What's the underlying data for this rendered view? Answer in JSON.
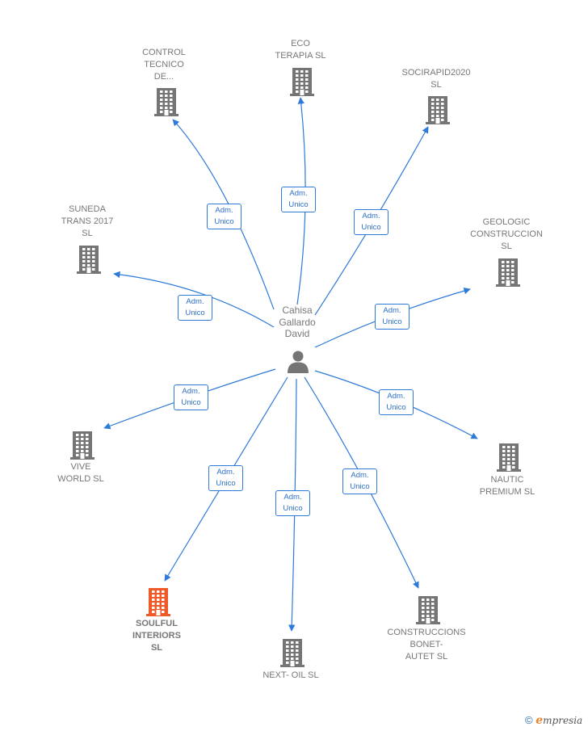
{
  "person": {
    "name": "Cahisa\nGallardo\nDavid"
  },
  "colors": {
    "edge": "#2e7ad8",
    "building": "#757575",
    "highlight": "#f05a28"
  },
  "companies": [
    {
      "id": "control",
      "label": "CONTROL\nTECNICO\nDE...",
      "highlight": false,
      "role": "Adm.\nUnico"
    },
    {
      "id": "eco",
      "label": "ECO\nTERAPIA  SL",
      "highlight": false,
      "role": "Adm.\nUnico"
    },
    {
      "id": "socirapid",
      "label": "SOCIRAPID2020\nSL",
      "highlight": false,
      "role": "Adm.\nUnico"
    },
    {
      "id": "suneda",
      "label": "SUNEDA\nTRANS 2017\nSL",
      "highlight": false,
      "role": "Adm.\nUnico"
    },
    {
      "id": "geologic",
      "label": "GEOLOGIC\nCONSTRUCCION\nSL",
      "highlight": false,
      "role": "Adm.\nUnico"
    },
    {
      "id": "vive",
      "label": "VIVE\nWORLD  SL",
      "highlight": false,
      "role": "Adm.\nUnico"
    },
    {
      "id": "nautic",
      "label": "NAUTIC\nPREMIUM  SL",
      "highlight": false,
      "role": "Adm.\nUnico"
    },
    {
      "id": "soulful",
      "label": "SOULFUL\nINTERIORS\nSL",
      "highlight": true,
      "role": "Adm.\nUnico"
    },
    {
      "id": "nextoil",
      "label": "NEXT- OIL  SL",
      "highlight": false,
      "role": "Adm.\nUnico"
    },
    {
      "id": "construccions",
      "label": "CONSTRUCCIONS\nBONET-\nAUTET  SL",
      "highlight": false,
      "role": "Adm.\nUnico"
    }
  ],
  "footer": {
    "copyright": "©",
    "brand_first": "e",
    "brand_rest": "mpresia"
  }
}
